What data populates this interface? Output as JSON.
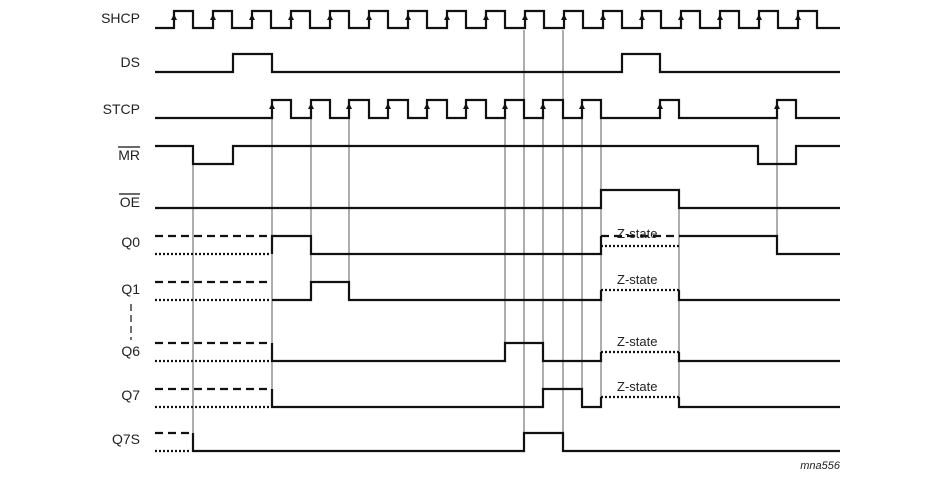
{
  "signals": {
    "shcp": "SHCP",
    "ds": "DS",
    "stcp": "STCP",
    "mr": "MR",
    "oe": "OE",
    "q0": "Q0",
    "q1": "Q1",
    "q6": "Q6",
    "q7": "Q7",
    "q7s": "Q7S"
  },
  "z_state_label": "Z-state",
  "figure_ref": "mna556"
}
